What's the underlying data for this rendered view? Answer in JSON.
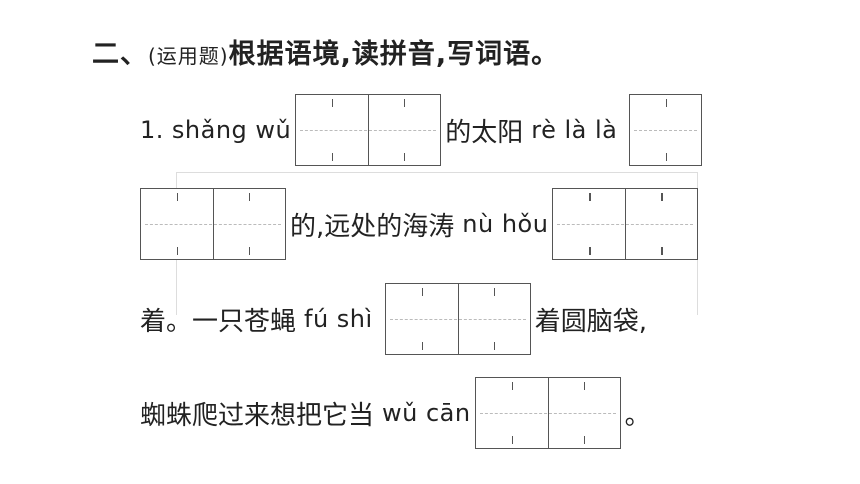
{
  "header": {
    "number": "二、",
    "tag": "(运用题)",
    "instruction": "根据语境,读拼音,写词语。"
  },
  "lines": [
    {
      "label": "1.",
      "pinyin_1": "shǎng wǔ",
      "text_1": "的太阳",
      "pinyin_2": "rè là là"
    },
    {
      "text_1": "的,远处的海涛",
      "pinyin_1": "nù hǒu"
    },
    {
      "text_1": "着。一只苍蝇",
      "pinyin_1": "fú shì",
      "text_2": "着圆脑袋,"
    },
    {
      "text_1": "蜘蛛爬过来想把它当",
      "pinyin_1": "wǔ cān",
      "text_2": "。"
    }
  ]
}
